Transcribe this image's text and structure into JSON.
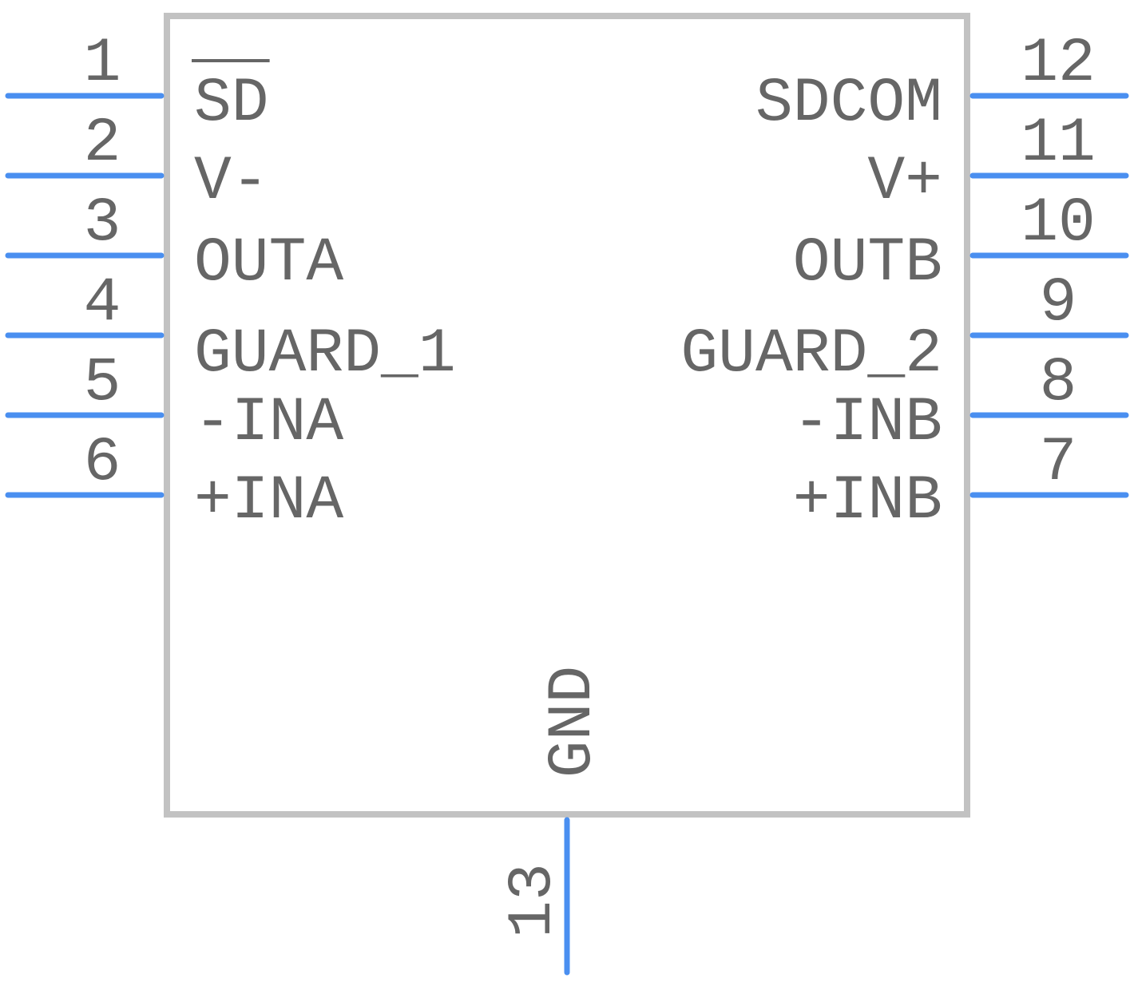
{
  "colors": {
    "body_outline": "#c2c2c2",
    "pin_line": "#4a8ff0",
    "text": "#666666",
    "background": "#ffffff"
  },
  "pins": {
    "left": [
      {
        "number": "1",
        "name": "SD",
        "overbar": true
      },
      {
        "number": "2",
        "name": "V-",
        "overbar": false
      },
      {
        "number": "3",
        "name": "OUTA",
        "overbar": false
      },
      {
        "number": "4",
        "name": "GUARD_1",
        "overbar": false
      },
      {
        "number": "5",
        "name": "-INA",
        "overbar": false
      },
      {
        "number": "6",
        "name": "+INA",
        "overbar": false
      }
    ],
    "right": [
      {
        "number": "12",
        "name": "SDCOM",
        "overbar": false
      },
      {
        "number": "11",
        "name": "V+",
        "overbar": false
      },
      {
        "number": "10",
        "name": "OUTB",
        "overbar": false
      },
      {
        "number": "9",
        "name": "GUARD_2",
        "overbar": false
      },
      {
        "number": "8",
        "name": "-INB",
        "overbar": false
      },
      {
        "number": "7",
        "name": "+INB",
        "overbar": false
      }
    ],
    "bottom": [
      {
        "number": "13",
        "name": "GND",
        "overbar": false
      }
    ]
  }
}
